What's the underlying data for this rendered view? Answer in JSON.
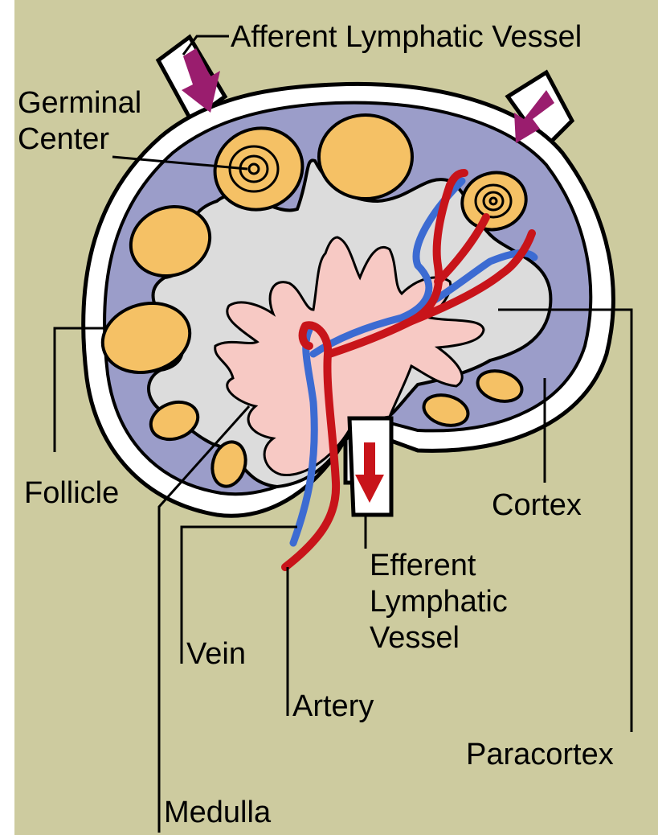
{
  "colors": {
    "background": "#cdcb9f",
    "capsule": "#ffffff",
    "cortex": "#9b9dc9",
    "paracortex": "#dcdcdc",
    "medulla": "#f7c9c4",
    "follicle": "#f5c165",
    "artery": "#c8141a",
    "vein": "#3c6bd2",
    "lymph_arrow": "#9a1d6e",
    "efferent_arrow": "#c8141a",
    "outline": "#000000"
  },
  "labels": {
    "afferent": "Afferent Lymphatic Vessel",
    "germinal_line1": "Germinal",
    "germinal_line2": "Center",
    "follicle": "Follicle",
    "cortex": "Cortex",
    "efferent_line1": "Efferent",
    "efferent_line2": "Lymphatic",
    "efferent_line3": "Vessel",
    "vein": "Vein",
    "artery": "Artery",
    "paracortex": "Paracortex",
    "medulla": "Medulla"
  }
}
